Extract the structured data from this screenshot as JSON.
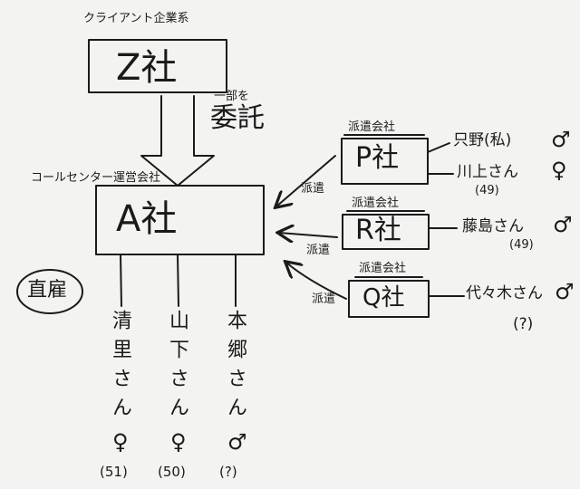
{
  "client": {
    "group_label": "クライアント企業系",
    "name": "Z社"
  },
  "entrust": {
    "label": "委託",
    "note": "一部を"
  },
  "main_company": {
    "group_label": "コールセンター運営会社",
    "name": "A社"
  },
  "direct_hire_label": "直雇",
  "direct_staff": [
    {
      "name": "清里さん",
      "gender": "♀",
      "age": "(51)"
    },
    {
      "name": "山下さん",
      "gender": "♀",
      "age": "(50)"
    },
    {
      "name": "本郷さん",
      "gender": "♂",
      "age": "(?)"
    }
  ],
  "agencies": [
    {
      "group_label": "派遣会社",
      "name": "P社",
      "dispatch_label": "派遣",
      "staff": [
        {
          "name": "只野(私)",
          "gender": "♂",
          "age": ""
        },
        {
          "name": "川上さん",
          "gender": "♀",
          "age": "(49)"
        }
      ]
    },
    {
      "group_label": "派遣会社",
      "name": "R社",
      "dispatch_label": "派遣",
      "staff": [
        {
          "name": "藤島さん",
          "gender": "♂",
          "age": "(49)"
        }
      ]
    },
    {
      "group_label": "派遣会社",
      "name": "Q社",
      "dispatch_label": "派遣",
      "staff": [
        {
          "name": "代々木さん",
          "gender": "♂",
          "age": "(?)"
        }
      ]
    }
  ]
}
